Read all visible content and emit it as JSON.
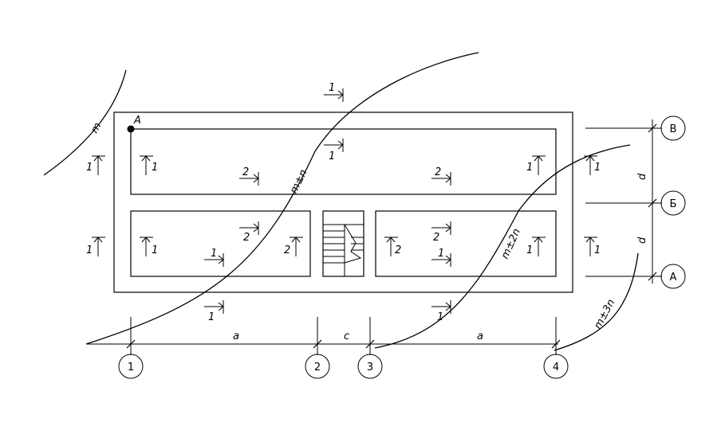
{
  "point_label": "А",
  "isolines": {
    "m": "m",
    "m_n": "m±n",
    "m_2n": "m±2n",
    "m_3n": "m±3n"
  },
  "axes_numbers": [
    "1",
    "2",
    "3",
    "4"
  ],
  "axes_letters": [
    "В",
    "Б",
    "А"
  ],
  "dims": {
    "a1": "a",
    "c": "c",
    "a2": "a",
    "d1": "d",
    "d2": "d"
  },
  "marks": {
    "one": "1",
    "two": "2"
  }
}
